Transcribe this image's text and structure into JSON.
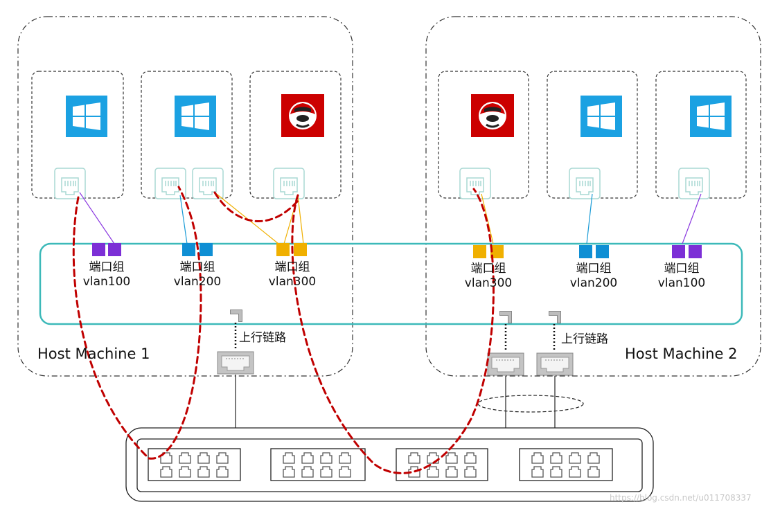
{
  "hosts": [
    {
      "name": "Host Machine 1"
    },
    {
      "name": "Host Machine 2"
    }
  ],
  "vms": [
    {
      "os": "windows-logo-icon"
    },
    {
      "os": "windows-logo-icon"
    },
    {
      "os": "redhat-logo-icon"
    },
    {
      "os": "redhat-logo-icon"
    },
    {
      "os": "windows-logo-icon"
    },
    {
      "os": "windows-logo-icon"
    }
  ],
  "port_groups": [
    {
      "label": "端口组",
      "vlan": "vlan100",
      "color": "#7c2fd6"
    },
    {
      "label": "端口组",
      "vlan": "vlan200",
      "color": "#0f8fd4"
    },
    {
      "label": "端口组",
      "vlan": "vlan300",
      "color": "#f0b000"
    },
    {
      "label": "端口组",
      "vlan": "vlan300",
      "color": "#f0b000"
    },
    {
      "label": "端口组",
      "vlan": "vlan200",
      "color": "#0f8fd4"
    },
    {
      "label": "端口组",
      "vlan": "vlan100",
      "color": "#7c2fd6"
    }
  ],
  "uplinks": [
    {
      "label": "上行链路"
    },
    {
      "label": "上行链路"
    }
  ],
  "colors": {
    "vswitch_border": "#3cb9b9",
    "traffic_path": "#c00000",
    "windows_blue": "#1ba1e2",
    "redhat_red": "#cc0000",
    "nic_outline": "#a9d8d3"
  },
  "watermark": "https://blog.csdn.net/u011708337"
}
